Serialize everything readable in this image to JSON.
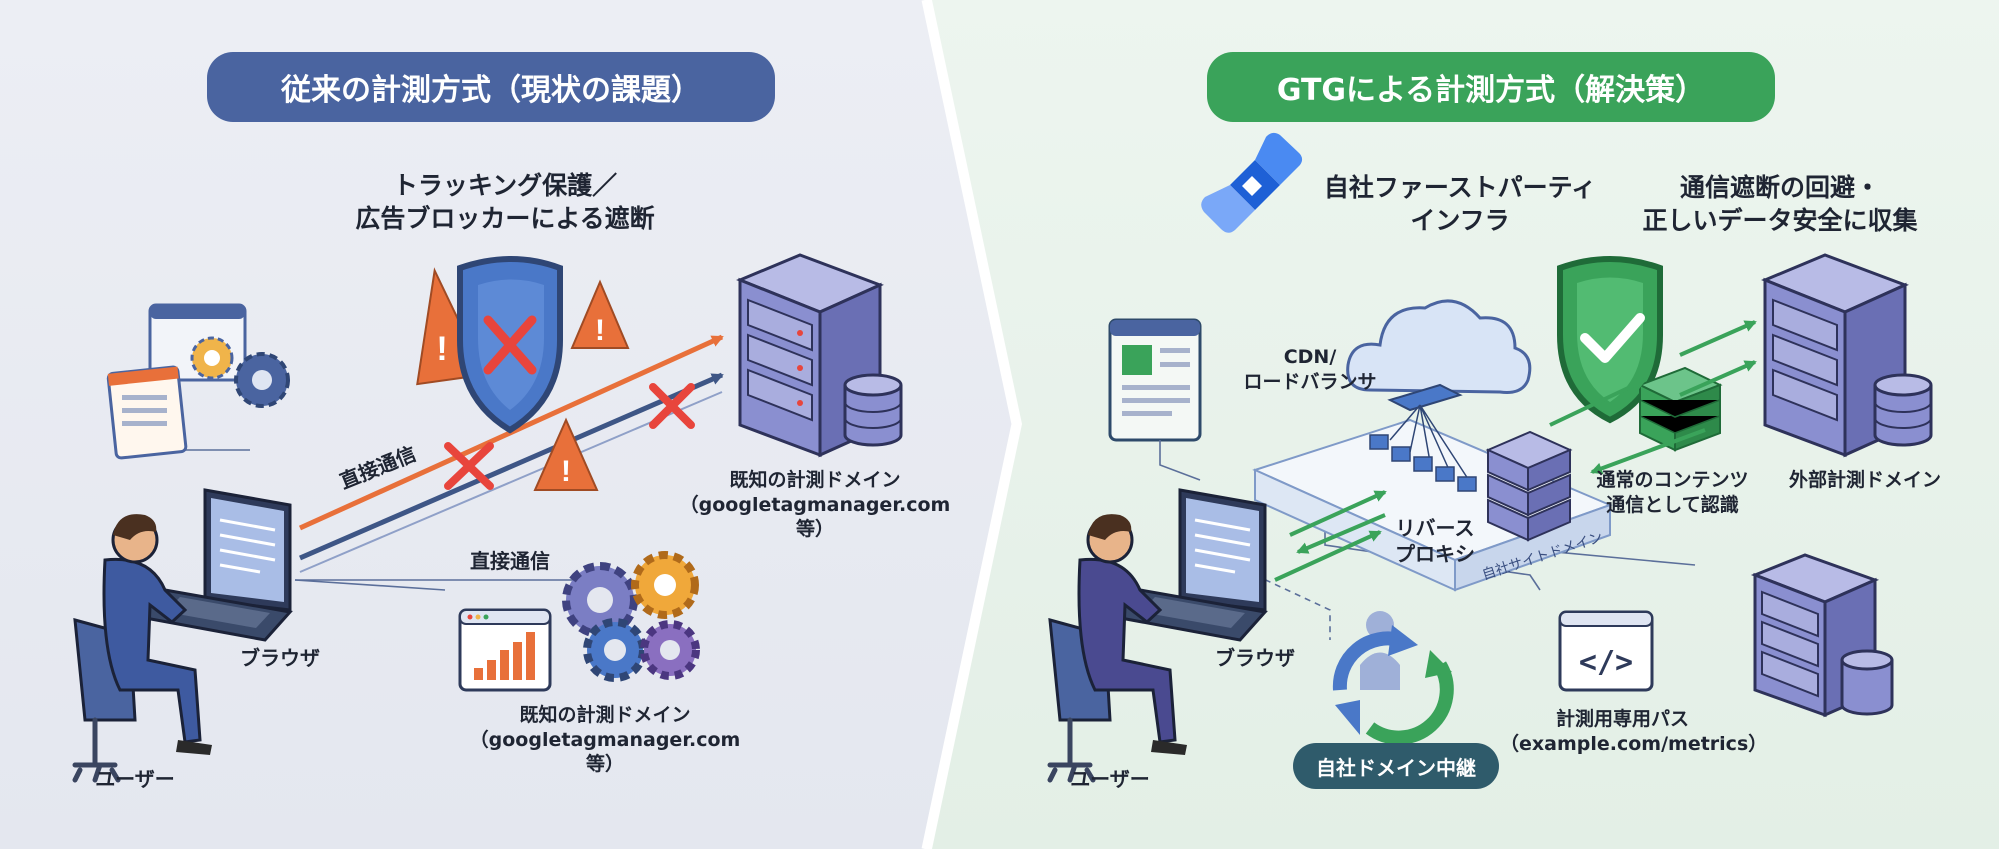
{
  "left_panel": {
    "title": "従来の計測方式（現状の課題）",
    "block_label": "トラッキング保護／\n広告ブロッカーによる遮断",
    "direct_comm_1": "直接通信",
    "direct_comm_2": "直接通信",
    "domain_label_1": "既知の計測ドメイン\n（googletagmanager.com 等）",
    "domain_label_2": "既知の計測ドメイン\n（googletagmanager.com 等）",
    "browser_label": "ブラウザ",
    "user_label": "ユーザー"
  },
  "right_panel": {
    "title": "GTGによる計測方式（解決策）",
    "infra_label": "自社ファーストパーティ\nインフラ",
    "avoid_label": "通信遮断の回避・\n正しいデータ安全に収集",
    "cdn_label": "CDN/\nロードバランサ",
    "reverse_proxy_label": "リバース\nプロキシ",
    "site_domain_label": "自社サイトドメイン",
    "normal_content_label": "通常のコンテンツ\n通信として認識",
    "external_domain_label": "外部計測ドメイン",
    "metrics_path_label": "計測用専用パス\n（example.com/metrics）",
    "relay_badge": "自社ドメイン中継",
    "browser_label": "ブラウザ",
    "user_label": "ユーザー"
  },
  "colors": {
    "left_bg": "#e9ebf2",
    "right_bg": "#e8f1ea",
    "left_pill": "#4a64a0",
    "right_pill": "#3aa35a",
    "relay_pill": "#2f5b6b",
    "warning": "#e8703a",
    "block": "#e8453c",
    "server": "#8a8fd0",
    "shield_left": "#4a78c8",
    "shield_right": "#3aa35a"
  }
}
